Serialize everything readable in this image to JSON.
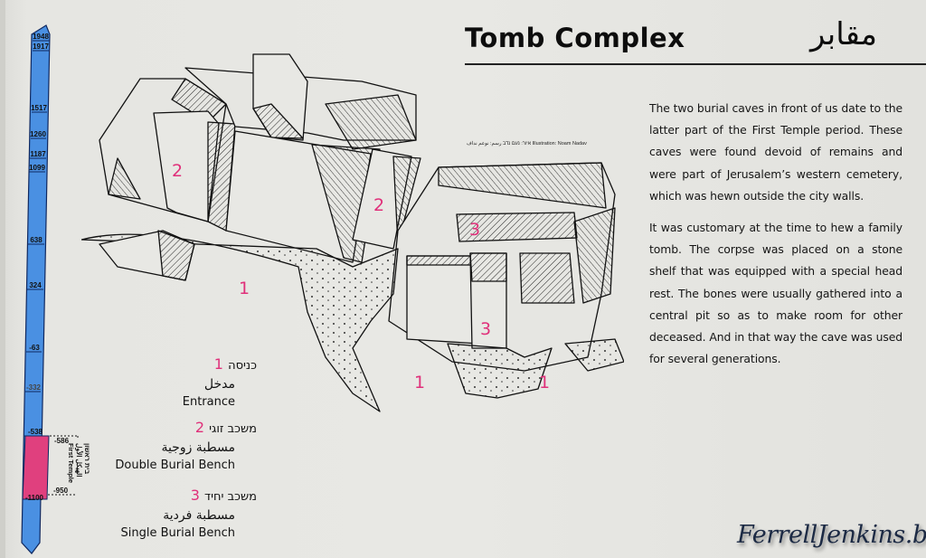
{
  "title": {
    "english": "Tomb Complex",
    "arabic": "مقابر"
  },
  "paragraphs": [
    "The two burial caves in front of us date to the latter part of the First Temple period. These caves were found devoid of remains and were part of Jerusalem’s western cemetery, which was hewn outside the city walls.",
    "It was customary at the time to hew a family tomb. The corpse was placed on a stone shelf that was equipped with a special head rest. The bones were usually gathered into a central pit so as to make room for other deceased. And in that way the cave was used for several generations."
  ],
  "illustration_credit": "איור: נעם נדב  رسم: نوعم نداف  Illustration: Noam Nadav",
  "legend": [
    {
      "number": "1",
      "hebrew": "כניסה",
      "arabic": "مدخل",
      "english": "Entrance"
    },
    {
      "number": "2",
      "hebrew": "משכב זוגי",
      "arabic": "مسطبة زوجية",
      "english": "Double Burial Bench"
    },
    {
      "number": "3",
      "hebrew": "משכב יחיד",
      "arabic": "مسطبة فردية",
      "english": "Single Burial Bench"
    }
  ],
  "drawing_labels": {
    "left_bench": "2",
    "center_bench": "2",
    "top_right_bench": "3",
    "middle_bench": "3",
    "entrance_left": "1",
    "entrance_center": "1",
    "entrance_right": "1"
  },
  "timeline": {
    "ticks": [
      "1948",
      "1917",
      "1517",
      "1260",
      "1187",
      "1099",
      "638",
      "324",
      "-63",
      "-332",
      "-538",
      "-1100"
    ],
    "highlight": {
      "start": "-586",
      "end": "-950",
      "label_hebrew": "בית ראשון",
      "label_arabic": "الهيكل الأول",
      "label_english": "First Temple"
    },
    "colors": {
      "bar": "#4a90e2",
      "highlight": "#e0407e",
      "outline": "#102a60"
    }
  },
  "watermark": "FerrellJenkins.blog"
}
